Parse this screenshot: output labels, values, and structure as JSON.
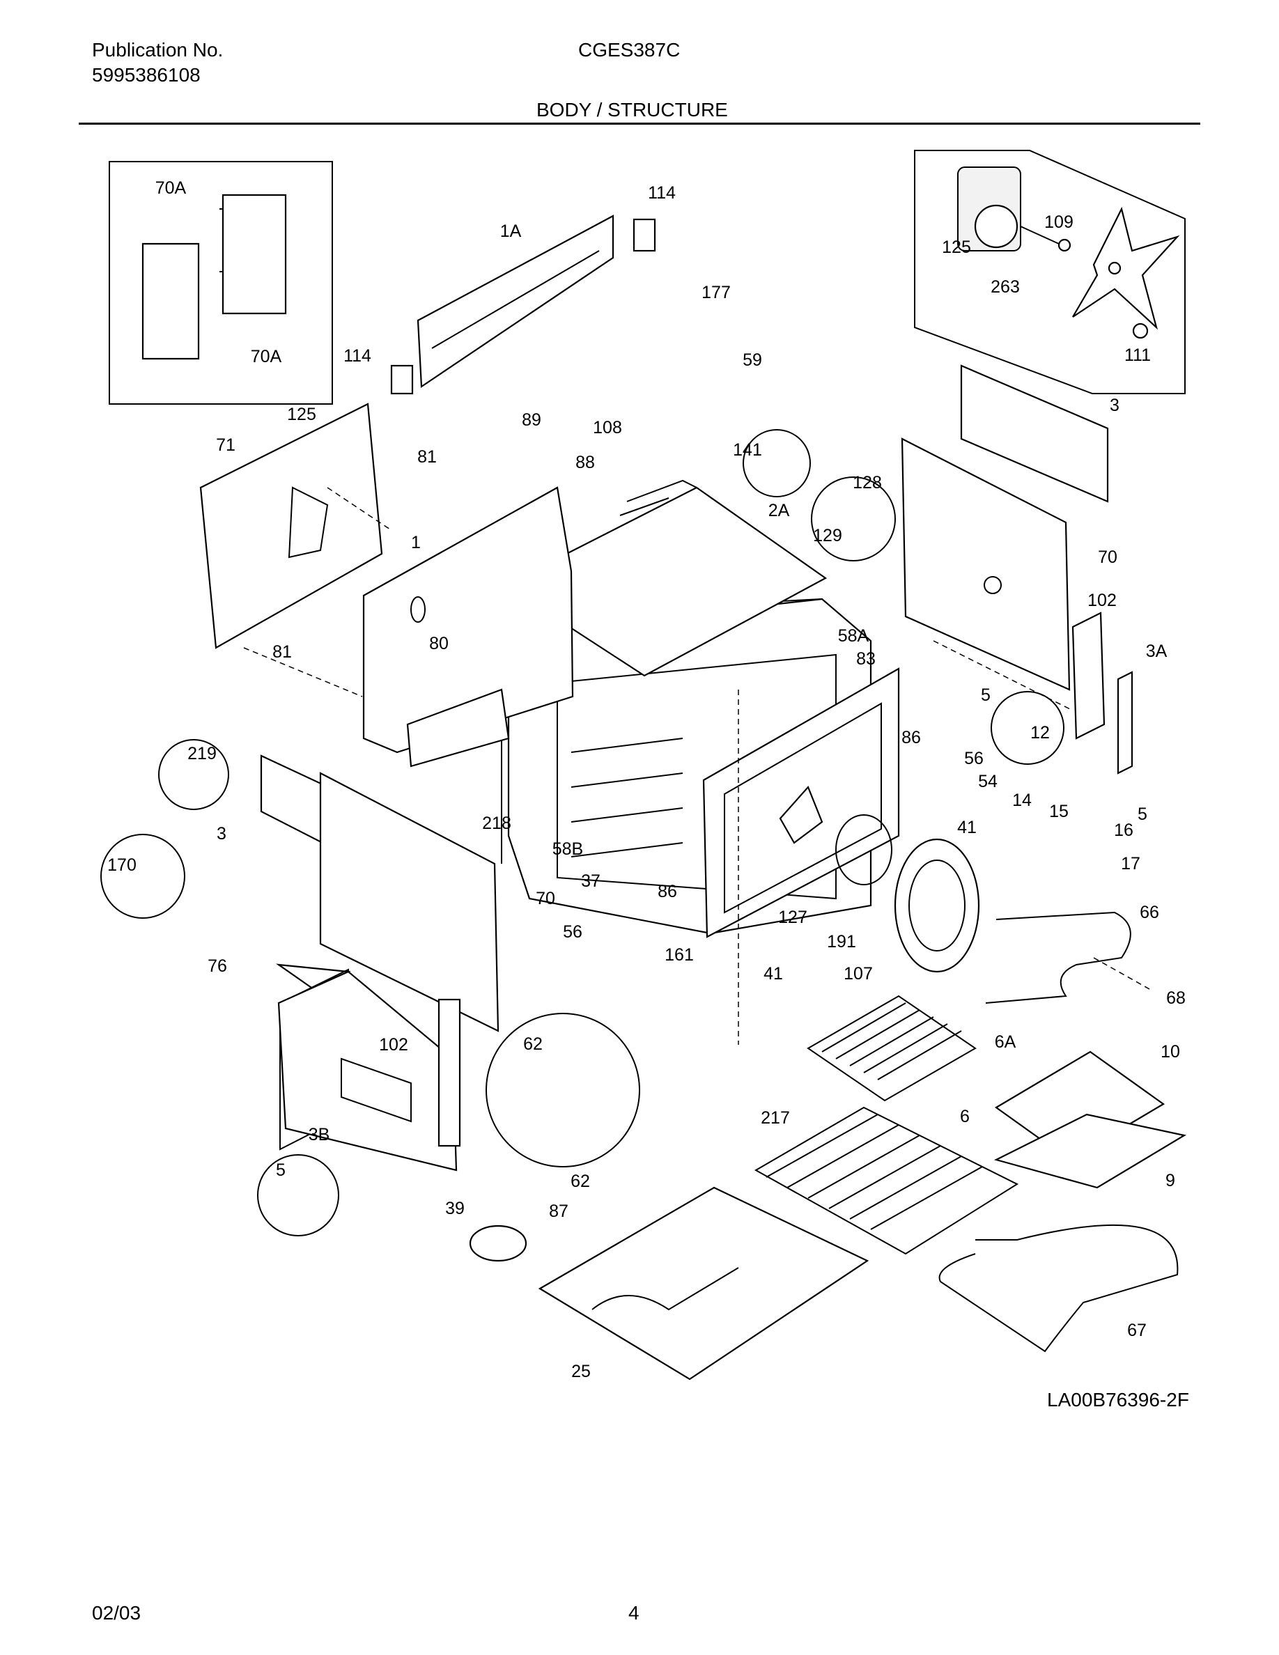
{
  "header": {
    "publication_label": "Publication No.",
    "publication_number": "5995386108",
    "model": "CGES387C",
    "section_title": "BODY / STRUCTURE"
  },
  "diagram": {
    "drawing_code": "LA00B76396-2F",
    "callouts": [
      "70A",
      "70A",
      "114",
      "1A",
      "114",
      "177",
      "59",
      "109",
      "125",
      "263",
      "111",
      "3",
      "71",
      "125",
      "89",
      "108",
      "141",
      "128",
      "88",
      "81",
      "2A",
      "129",
      "1",
      "70",
      "102",
      "81",
      "80",
      "58A",
      "3A",
      "83",
      "5",
      "12",
      "86",
      "219",
      "56",
      "54",
      "14",
      "5",
      "3",
      "218",
      "15",
      "16",
      "41",
      "17",
      "170",
      "58B",
      "37",
      "86",
      "70",
      "66",
      "56",
      "127",
      "191",
      "76",
      "161",
      "41",
      "107",
      "68",
      "62",
      "6A",
      "102",
      "10",
      "217",
      "6",
      "3B",
      "5",
      "62",
      "9",
      "39",
      "87",
      "67",
      "25"
    ]
  },
  "footer": {
    "date": "02/03",
    "page": "4"
  }
}
